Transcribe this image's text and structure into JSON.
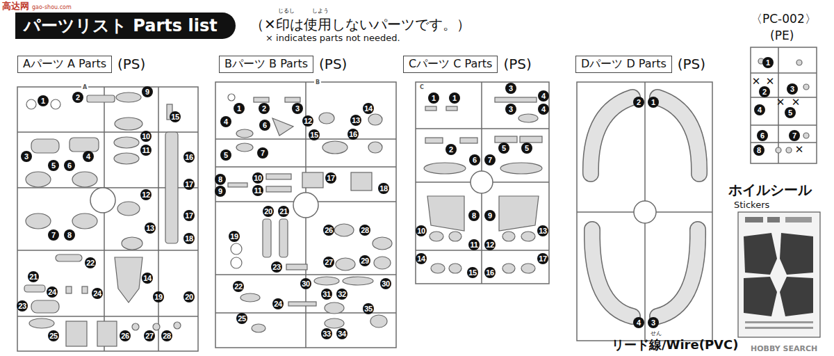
{
  "diagram": {
    "title": "パーツリスト Parts list",
    "nodes": [
      {
        "text": [
          "Aパーツ A Parts"
        ]
      },
      {
        "text": [
          "Bパーツ B Parts"
        ]
      },
      {
        "text": [
          "Cパーツ C Parts"
        ]
      },
      {
        "text": [
          "Dパーツ D Parts"
        ]
      }
    ],
    "labels": [
      "（✕印は使用しないパーツです。）",
      "じるし",
      "しよう",
      "× indicates parts not needed.",
      "(PS)",
      "(PS)",
      "(PS)",
      "(PS)",
      "〈PC-002〉",
      "(PE)",
      "ホイルシール",
      "Stickers",
      "リード線/Wire(PVC)",
      "せん",
      "HOBBY SEARCH",
      "高达网",
      "gao-shou.com",
      "A",
      "B",
      "C",
      "1",
      "2",
      "9",
      "15",
      "3",
      "5",
      "6",
      "4",
      "10",
      "11",
      "16",
      "17",
      "12",
      "17",
      "13",
      "18",
      "7",
      "8",
      "22",
      "21",
      "14",
      "23",
      "24",
      "24",
      "19",
      "20",
      "25",
      "26",
      "27",
      "28",
      "1",
      "2",
      "3",
      "14",
      "4",
      "6",
      "12",
      "13",
      "15",
      "16",
      "5",
      "7",
      "8",
      "10",
      "17",
      "18",
      "9",
      "11",
      "20",
      "21",
      "26",
      "28",
      "19",
      "27",
      "29",
      "23",
      "22",
      "30",
      "30",
      "24",
      "31",
      "32",
      "35",
      "25",
      "33",
      "34",
      "1",
      "1",
      "3",
      "4",
      "3",
      "4",
      "2",
      "5",
      "5",
      "6",
      "7",
      "8",
      "9",
      "10",
      "11",
      "12",
      "13",
      "14",
      "15",
      "16",
      "17",
      "2",
      "1",
      "4",
      "3",
      "1",
      "✕",
      "✕",
      "2",
      "3",
      "4",
      "✕",
      "✕",
      "5",
      "6",
      "7",
      "8",
      "✕"
    ]
  }
}
